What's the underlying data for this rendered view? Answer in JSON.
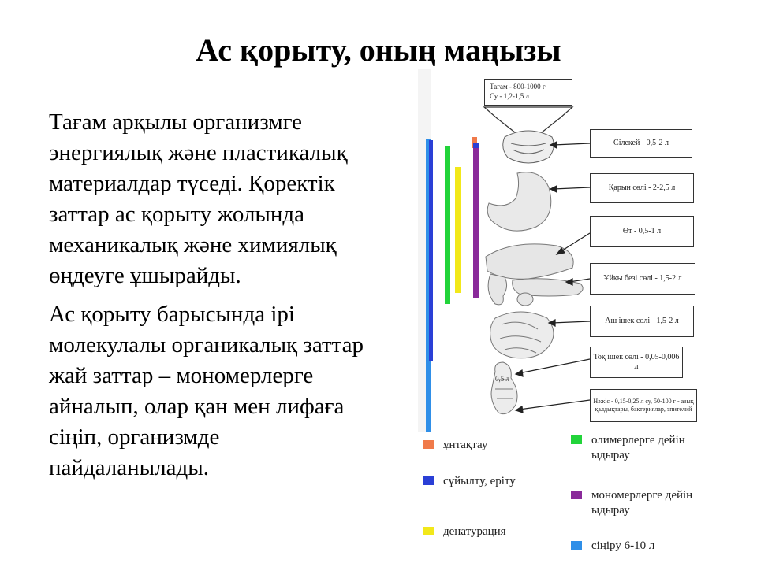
{
  "slide": {
    "title": "Ас қорыту, оның маңызы",
    "paragraphs": [
      "Тағам арқылы организмге энергиялық және пластикалық материалдар түседі. Қоректік заттар ас қорыту жолында механикалық және химиялық өңдеуге ұшырайды.",
      "Ас қорыту барысында ірі молекулалы органикалық заттар жай заттар – мономерлерге айналып, олар қан мен лифаға сіңіп, организмде пайдаланылады."
    ]
  },
  "figure": {
    "intake": [
      "Тағам - 800-1000 г",
      "Су - 1,2-1,5 л"
    ],
    "callouts": [
      "Сілекей - 0,5-2 л",
      "Қарын сөлі - 2-2,5 л",
      "Өт - 0,5-1 л",
      "Ұйқы безі сөлі - 1,5-2 л",
      "Аш ішек сөлі - 1,5-2 л",
      "Тоқ ішек сөлі - 0,05-0,006 л",
      "Нәжіс - 0,15-0,25 л су, 50-100 г - азық қалдықтары, бактериялар, эпителий"
    ],
    "small_tag": "0,5 л",
    "colors": {
      "grinding": "#f07a4a",
      "dilution": "#2a3fd6",
      "denaturation": "#f2e81a",
      "polymer_split": "#22d43a",
      "monomer_split": "#8a2a9a",
      "absorption": "#2f8fe8"
    },
    "legend": [
      {
        "label": "ұнтақтау",
        "color": "#f07a4a"
      },
      {
        "label": "олимерлерге дейін ыдырау",
        "color": "#22d43a"
      },
      {
        "label": "сұйылту, еріту",
        "color": "#2a3fd6"
      },
      {
        "label": "мономерлерге дейін ыдырау",
        "color": "#8a2a9a"
      },
      {
        "label": "денатурация",
        "color": "#f2e81a"
      },
      {
        "label": "сіңіру 6-10 л",
        "color": "#2f8fe8"
      }
    ]
  }
}
